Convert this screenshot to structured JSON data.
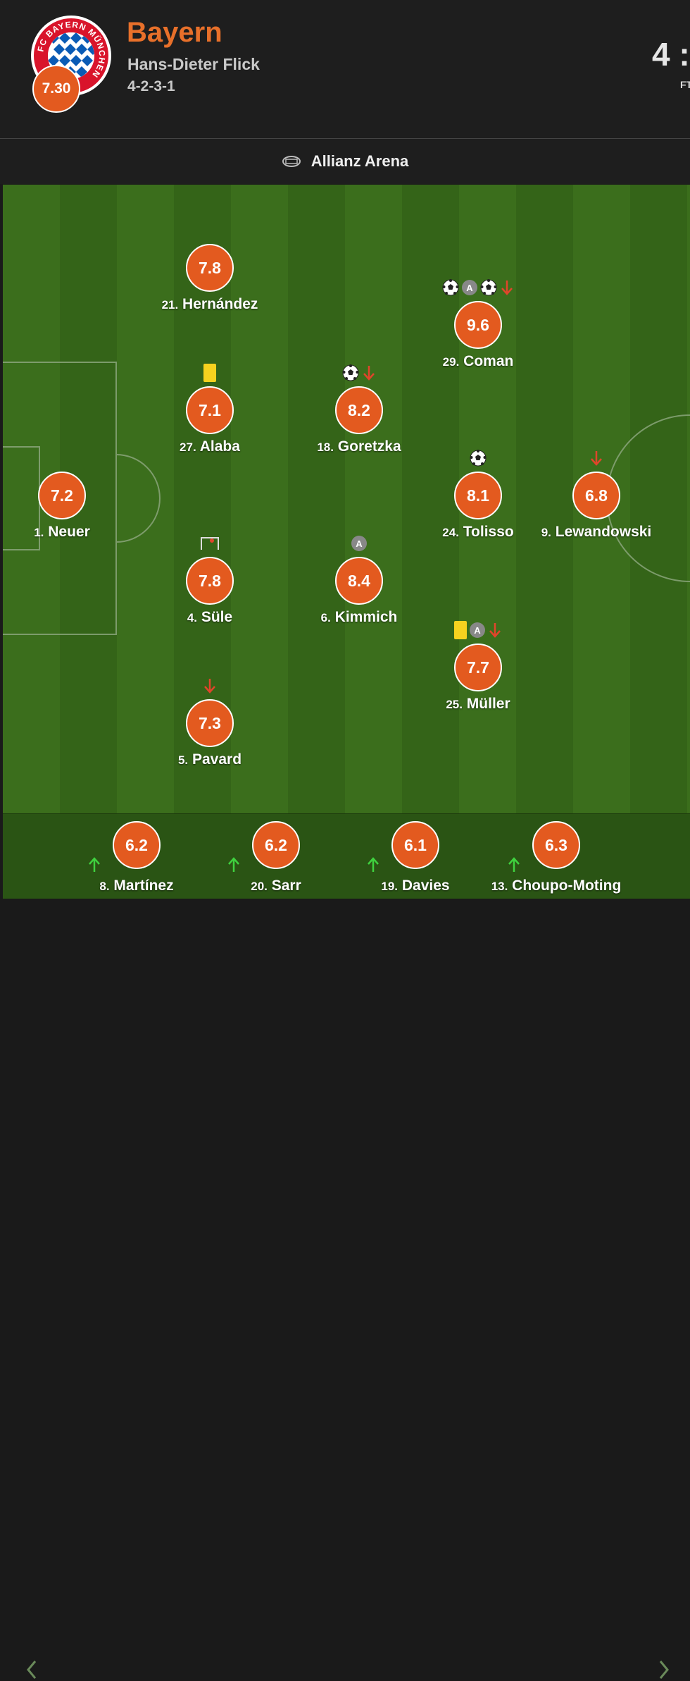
{
  "team": {
    "name": "Bayern",
    "coach": "Hans-Dieter Flick",
    "formation": "4-2-3-1",
    "rating": "7.30",
    "crest_text": "FC BAYERN MÜNCHEN"
  },
  "match": {
    "score": "4 :",
    "status": "FT"
  },
  "venue": "Allianz Arena",
  "players": [
    {
      "id": "neuer",
      "number": "1.",
      "name": "Neuer",
      "rating": "7.2",
      "events": []
    },
    {
      "id": "hernandez",
      "number": "21.",
      "name": "Hernández",
      "rating": "7.8",
      "events": []
    },
    {
      "id": "alaba",
      "number": "27.",
      "name": "Alaba",
      "rating": "7.1",
      "events": [
        "yellow-card"
      ]
    },
    {
      "id": "sule",
      "number": "4.",
      "name": "Süle",
      "rating": "7.8",
      "events": [
        "own-goal"
      ]
    },
    {
      "id": "pavard",
      "number": "5.",
      "name": "Pavard",
      "rating": "7.3",
      "events": [
        "sub-off"
      ]
    },
    {
      "id": "goretzka",
      "number": "18.",
      "name": "Goretzka",
      "rating": "8.2",
      "events": [
        "goal",
        "sub-off"
      ]
    },
    {
      "id": "kimmich",
      "number": "6.",
      "name": "Kimmich",
      "rating": "8.4",
      "events": [
        "assist"
      ]
    },
    {
      "id": "coman",
      "number": "29.",
      "name": "Coman",
      "rating": "9.6",
      "events": [
        "goal",
        "assist",
        "goal",
        "sub-off"
      ]
    },
    {
      "id": "tolisso",
      "number": "24.",
      "name": "Tolisso",
      "rating": "8.1",
      "events": [
        "goal"
      ]
    },
    {
      "id": "muller",
      "number": "25.",
      "name": "Müller",
      "rating": "7.7",
      "events": [
        "yellow-card",
        "assist",
        "sub-off"
      ]
    },
    {
      "id": "lewandowski",
      "number": "9.",
      "name": "Lewandowski",
      "rating": "6.8",
      "events": [
        "sub-off"
      ]
    }
  ],
  "substitutes": [
    {
      "id": "martinez",
      "number": "8.",
      "name": "Martínez",
      "rating": "6.2"
    },
    {
      "id": "sarr",
      "number": "20.",
      "name": "Sarr",
      "rating": "6.2"
    },
    {
      "id": "davies",
      "number": "19.",
      "name": "Davies",
      "rating": "6.1"
    },
    {
      "id": "choupo",
      "number": "13.",
      "name": "Choupo-Moting",
      "rating": "6.3"
    }
  ],
  "icons": {
    "assist_letter": "A",
    "goal": "soccer-ball-icon",
    "sub_off": "arrow-down-icon",
    "sub_on": "arrow-up-icon",
    "yellow": "yellow-card-icon",
    "own_goal": "goal-frame-icon"
  },
  "colors": {
    "rating_badge": "#e35a1f",
    "team_name": "#e8702a",
    "pitch_light": "#3b6e1c",
    "pitch_dark": "#346418",
    "sub_off_arrow": "#e0452b",
    "sub_on_arrow": "#3fd13f"
  }
}
